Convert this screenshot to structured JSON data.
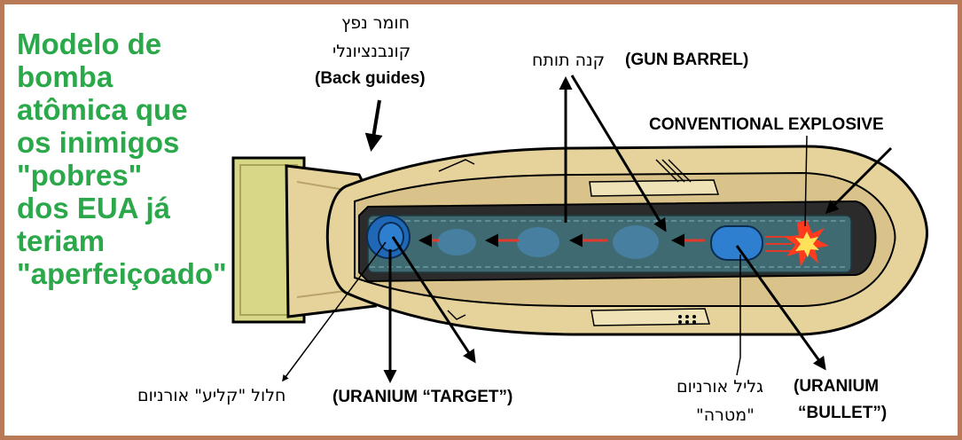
{
  "title_lines": [
    "Modelo de",
    "bomba",
    "atômica que",
    "os inimigos",
    "\"pobres\"",
    "dos EUA já",
    "teriam",
    "\"aperfeiçoado\""
  ],
  "labels": {
    "back_guides_hebrew_1": "חומר נפץ",
    "back_guides_hebrew_2": "קונבנציונלי",
    "back_guides": "(Back guides)",
    "gun_barrel_hebrew": "קנה תותח",
    "gun_barrel": "(GUN BARREL)",
    "conventional_explosive": "CONVENTIONAL EXPLOSIVE",
    "hebrew_shell": "חלול \"קליע\" אורניום",
    "uranium_target": "(URANIUM “TARGET”)",
    "hebrew_cylinder_1": "גליל אורניום",
    "hebrew_cylinder_2": "\"מטרה\"",
    "uranium_bullet_1": "(URANIUM",
    "uranium_bullet_2": "“BULLET”)"
  },
  "colors": {
    "frame": "#b87a56",
    "title": "#2aa84a",
    "casing": "#e6d39c",
    "tail_box": "#d8d787",
    "barrel": "#3f6a72",
    "uranium": "#2f7fd0",
    "explosive": "#ff3b1f"
  }
}
